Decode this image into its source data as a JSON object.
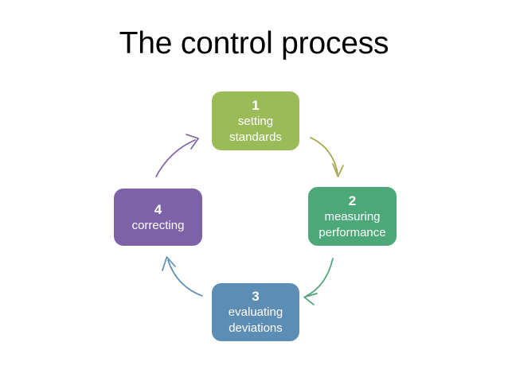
{
  "slide": {
    "title": "The control process",
    "background_color": "#ffffff",
    "title_color": "#000000"
  },
  "diagram": {
    "type": "cycle",
    "name": "control-process-cycle",
    "nodes": [
      {
        "id": "node-1",
        "number": "1",
        "lines": [
          "setting",
          "standards"
        ],
        "line1": "setting",
        "line2": "standards",
        "color": "#9BBB59",
        "position": "top"
      },
      {
        "id": "node-2",
        "number": "2",
        "lines": [
          "measuring",
          "performance"
        ],
        "line1": "measuring",
        "line2": "performance",
        "color": "#4CA878",
        "position": "right"
      },
      {
        "id": "node-3",
        "number": "3",
        "lines": [
          "evaluating",
          "deviations"
        ],
        "line1": "evaluating",
        "line2": "deviations",
        "color": "#5B8DB5",
        "position": "bottom"
      },
      {
        "id": "node-4",
        "number": "4",
        "lines": [
          "correcting"
        ],
        "line1": "correcting",
        "line2": "",
        "color": "#7E62A8",
        "position": "left"
      }
    ],
    "arrows": [
      {
        "id": "arrow-1-to-2",
        "from": "1",
        "to": "2",
        "color": "#A6A74B",
        "direction": "clockwise"
      },
      {
        "id": "arrow-2-to-3",
        "from": "2",
        "to": "3",
        "color": "#52A37C",
        "direction": "clockwise"
      },
      {
        "id": "arrow-3-to-4",
        "from": "3",
        "to": "4",
        "color": "#5B8DB5",
        "direction": "clockwise"
      },
      {
        "id": "arrow-4-to-1",
        "from": "4",
        "to": "1",
        "color": "#7E62A8",
        "direction": "clockwise"
      }
    ]
  }
}
